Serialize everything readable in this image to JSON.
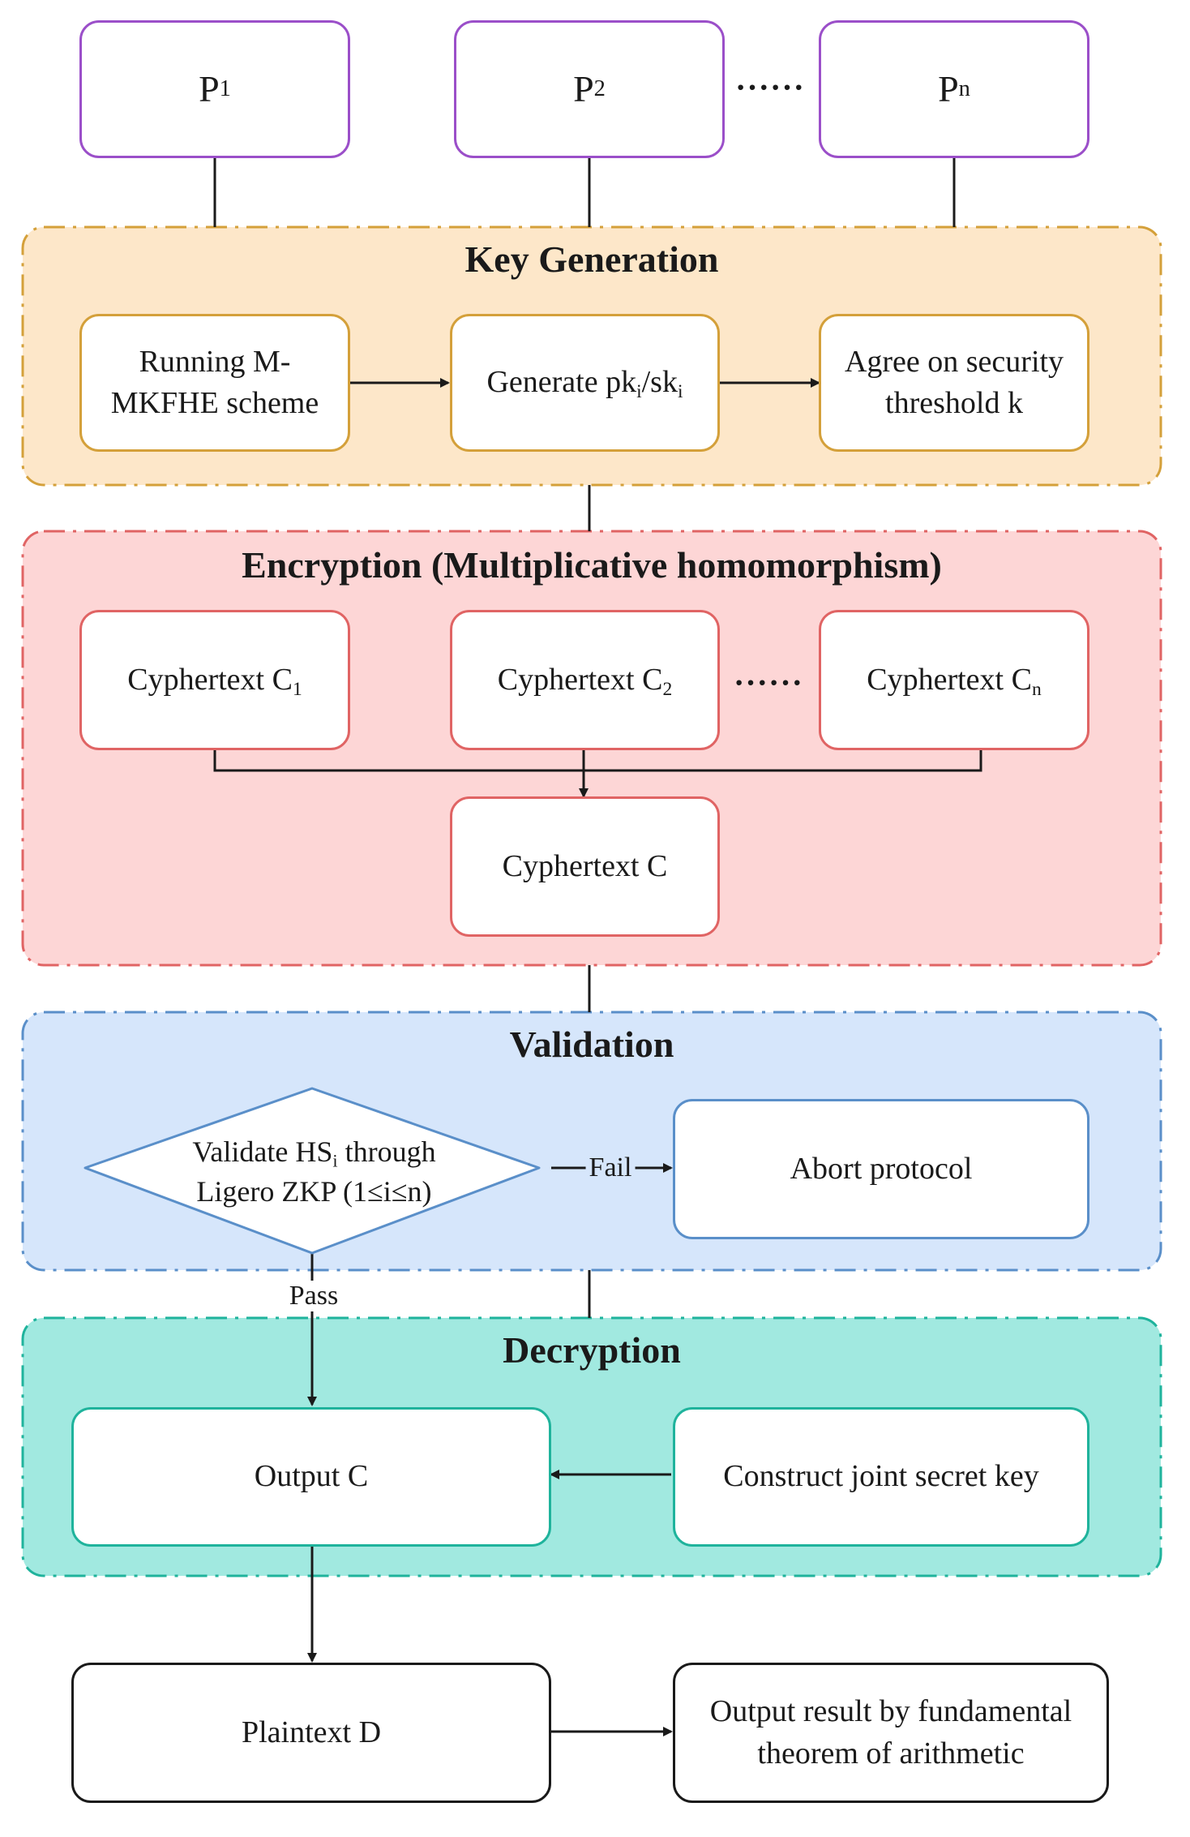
{
  "parties": {
    "p1": "P",
    "p1_sub": "1",
    "p2": "P",
    "p2_sub": "2",
    "pn": "P",
    "pn_sub": "n",
    "ellipsis": "······"
  },
  "key_generation": {
    "title": "Key Generation",
    "run_scheme": "Running M-MKFHE scheme",
    "generate_pre": "Generate pk",
    "generate_sub1": "i",
    "generate_mid": "/sk",
    "generate_sub2": "i",
    "agree": "Agree on security threshold k"
  },
  "encryption": {
    "title": "Encryption (Multiplicative homomorphism)",
    "c1": "Cyphertext C",
    "c1_sub": "1",
    "c2": "Cyphertext C",
    "c2_sub": "2",
    "cn": "Cyphertext C",
    "cn_sub": "n",
    "ellipsis": "······",
    "c": "Cyphertext C"
  },
  "validation": {
    "title": "Validation",
    "validate_line1_pre": "Validate HS",
    "validate_line1_sub": "i",
    "validate_line1_post": " through",
    "validate_line2": "Ligero ZKP (1≤i≤n)",
    "fail_label": "Fail",
    "abort": "Abort protocol",
    "pass_label": "Pass"
  },
  "decryption": {
    "title": "Decryption",
    "output_c": "Output C",
    "construct_key": "Construct joint secret key"
  },
  "final": {
    "plaintext": "Plaintext D",
    "output_result": "Output result by fundamental theorem of arithmetic"
  },
  "colors": {
    "party_border": "#9b4fc9",
    "keygen_fill": "#fde7c9",
    "keygen_border": "#d4a03a",
    "encryption_fill": "#fdd6d6",
    "encryption_border": "#e06464",
    "validation_fill": "#d6e6fb",
    "validation_border": "#5a8fc9",
    "decryption_fill": "#a1e9e0",
    "decryption_border": "#1fb39c",
    "line": "#1a1a1a"
  }
}
